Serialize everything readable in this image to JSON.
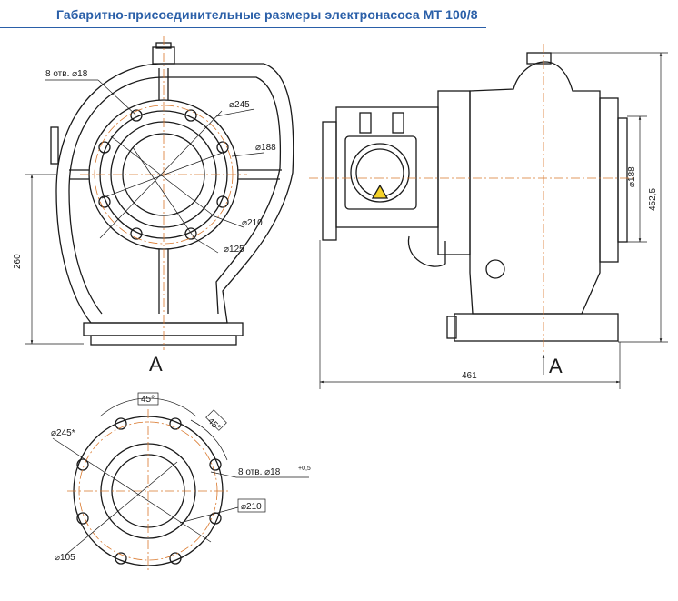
{
  "title": "Габаритно-присоединительные размеры электронасоса МТ 100/8",
  "front_view": {
    "holes_label": "8 отв. ⌀18",
    "d245": "⌀245",
    "d188": "⌀188",
    "d210": "⌀210",
    "d125": "⌀125",
    "height": "260",
    "view_label": "А"
  },
  "side_view": {
    "d188": "⌀188",
    "height": "452,5",
    "length": "461",
    "view_label": "А"
  },
  "flange_view": {
    "angle1": "45°",
    "angle2": "45°",
    "d245": "⌀245*",
    "holes_label": "8 отв. ⌀18",
    "holes_tolerance": "+0,5",
    "d210": "⌀210",
    "d105": "⌀105"
  },
  "colors": {
    "title": "#2a5fa8",
    "line": "#1a1a1a",
    "center": "#d9772b"
  }
}
